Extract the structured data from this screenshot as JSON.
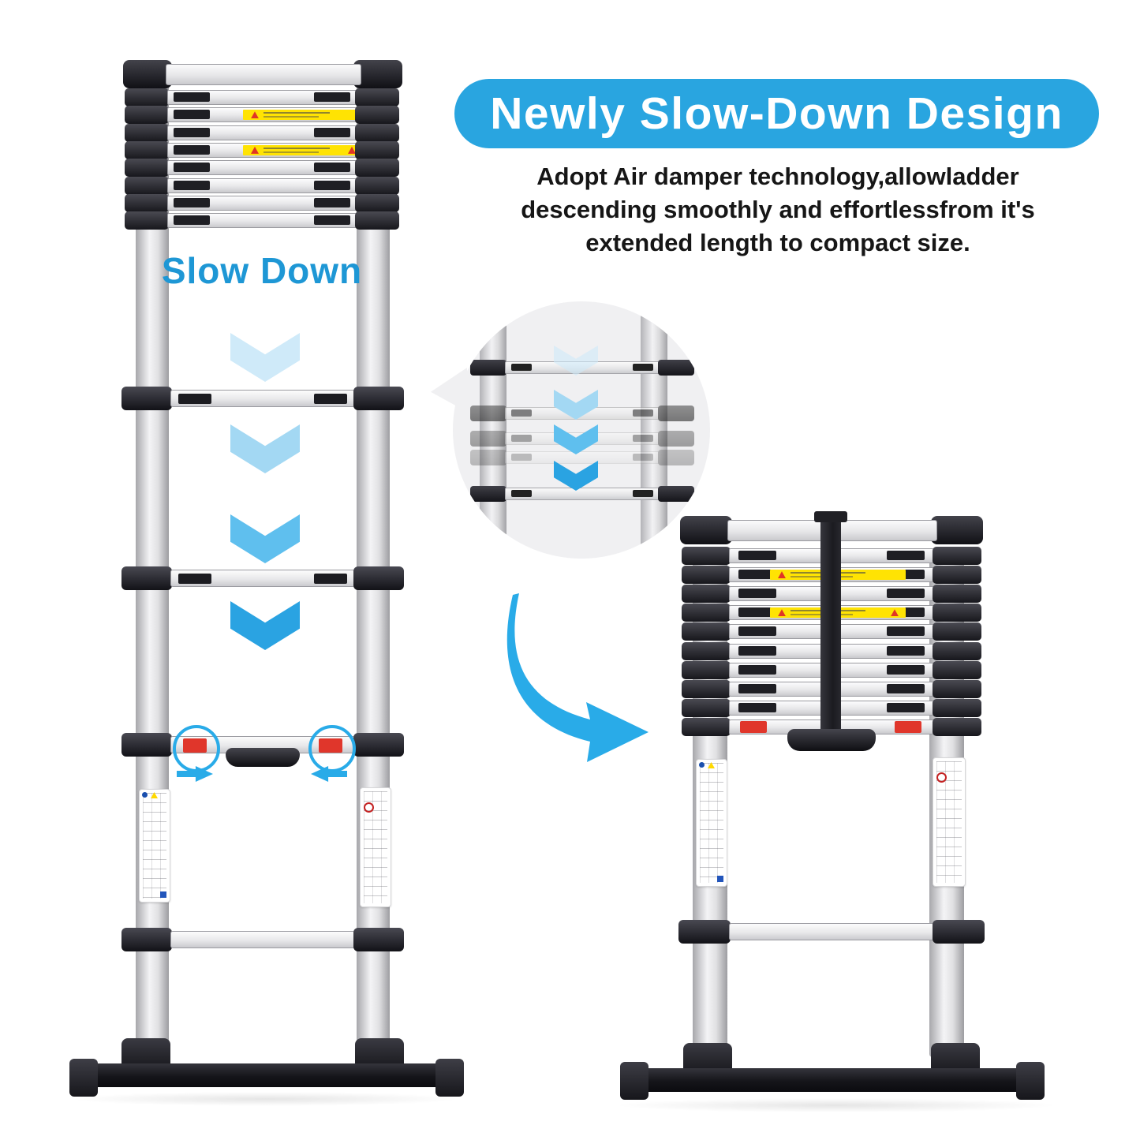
{
  "header": {
    "banner_title": "Newly Slow-Down Design",
    "description_lines": [
      "Adopt Air damper technology,allowladder",
      "descending smoothly and effortlessfrom it's",
      "extended length to compact size."
    ]
  },
  "extended_ladder": {
    "label": "Slow Down",
    "stack_rungs": 8,
    "stack_warning_rows": [
      2,
      4
    ],
    "chevron_count": 4,
    "open_rungs": 4,
    "lock_buttons": 2
  },
  "collapsed_ladder": {
    "stack_rungs": 10,
    "stack_warning_rows": [
      2,
      4
    ],
    "lock_row": 10
  },
  "zoom_bubble": {
    "solid_rungs": 2,
    "ghost_rungs": 3,
    "chevron_count": 4
  },
  "icons": {
    "down_chevron": "V-shaped down arrow",
    "curved_arrow": "blue swoosh arrow pointing down-right",
    "inward_arrows": "two horizontal arrows pointing toward center",
    "lock_highlight_ring": "blue circle outline",
    "warning_label": "yellow strip with red triangles",
    "safety_sticker": "white pictogram grid label"
  },
  "colors": {
    "accent_blue": "#29a5e0",
    "arrow_blue": "#29abe8",
    "slowdown_text": "#1e97d5",
    "chev1": "#cfeaf9",
    "chev2": "#a3d8f3",
    "chev3": "#5fbfee",
    "chev4": "#2aa3e2",
    "warning_yellow": "#ffe303",
    "danger_red": "#e0362b"
  }
}
